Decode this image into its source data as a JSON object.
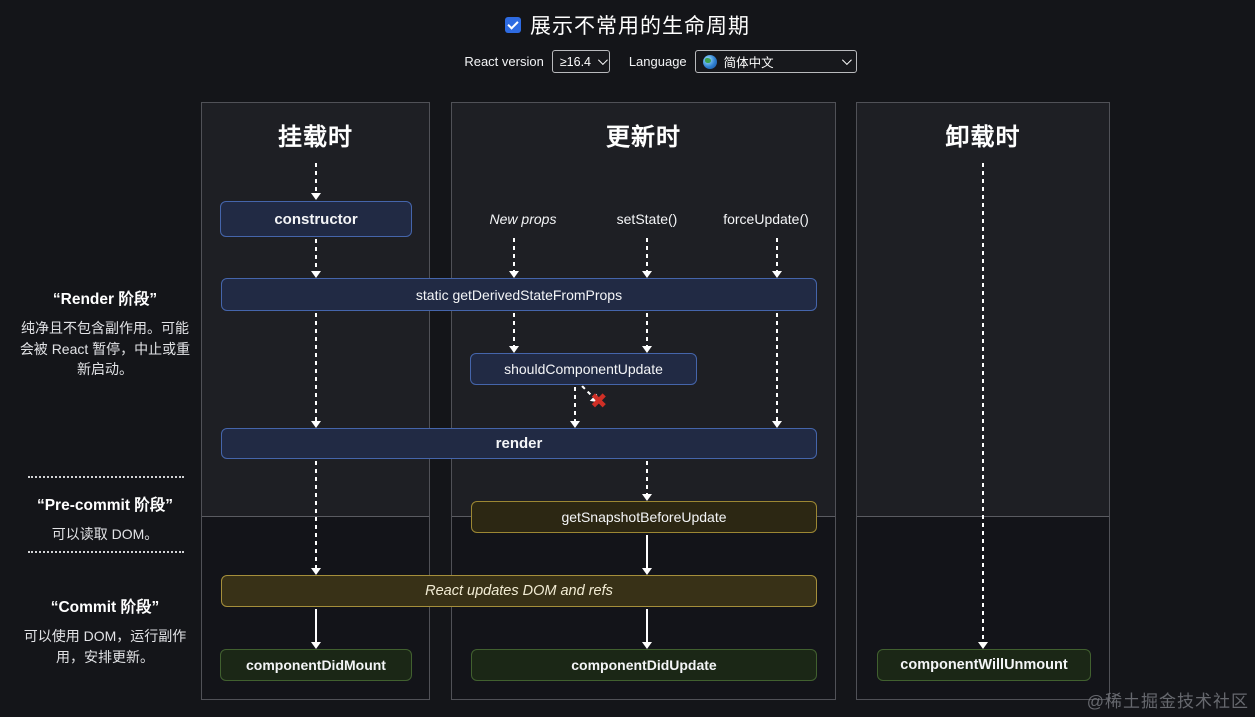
{
  "header": {
    "checkbox_checked": true,
    "title": "展示不常用的生命周期"
  },
  "controls": {
    "react_version_label": "React version",
    "react_version_value": "≥16.4",
    "language_label": "Language",
    "language_value": "简体中文"
  },
  "sidebar": {
    "render_phase": {
      "heading": "“Render 阶段”",
      "body": "纯净且不包含副作用。可能会被 React 暂停，中止或重新启动。"
    },
    "precommit_phase": {
      "heading": "“Pre-commit 阶段”",
      "body": "可以读取 DOM。"
    },
    "commit_phase": {
      "heading": "“Commit 阶段”",
      "body": "可以使用 DOM，运行副作用，安排更新。"
    }
  },
  "columns": {
    "mounting": "挂载时",
    "updating": "更新时",
    "unmounting": "卸载时"
  },
  "triggers": {
    "new_props": "New props",
    "set_state": "setState()",
    "force_update": "forceUpdate()"
  },
  "boxes": {
    "constructor": "constructor",
    "get_derived_state": "static getDerivedStateFromProps",
    "should_component_update": "shouldComponentUpdate",
    "render": "render",
    "get_snapshot": "getSnapshotBeforeUpdate",
    "react_updates_dom": "React updates DOM and refs",
    "component_did_mount": "componentDidMount",
    "component_did_update": "componentDidUpdate",
    "component_will_unmount": "componentWillUnmount"
  },
  "icons": {
    "abort_x": "✖"
  },
  "colors": {
    "accent_blue_border": "#4565ab",
    "accent_gold_border": "#9c8733",
    "accent_green_border": "#41602f",
    "error_red": "#d02f26",
    "checkbox_blue": "#2e6be2"
  },
  "watermark": "@稀土掘金技术社区"
}
